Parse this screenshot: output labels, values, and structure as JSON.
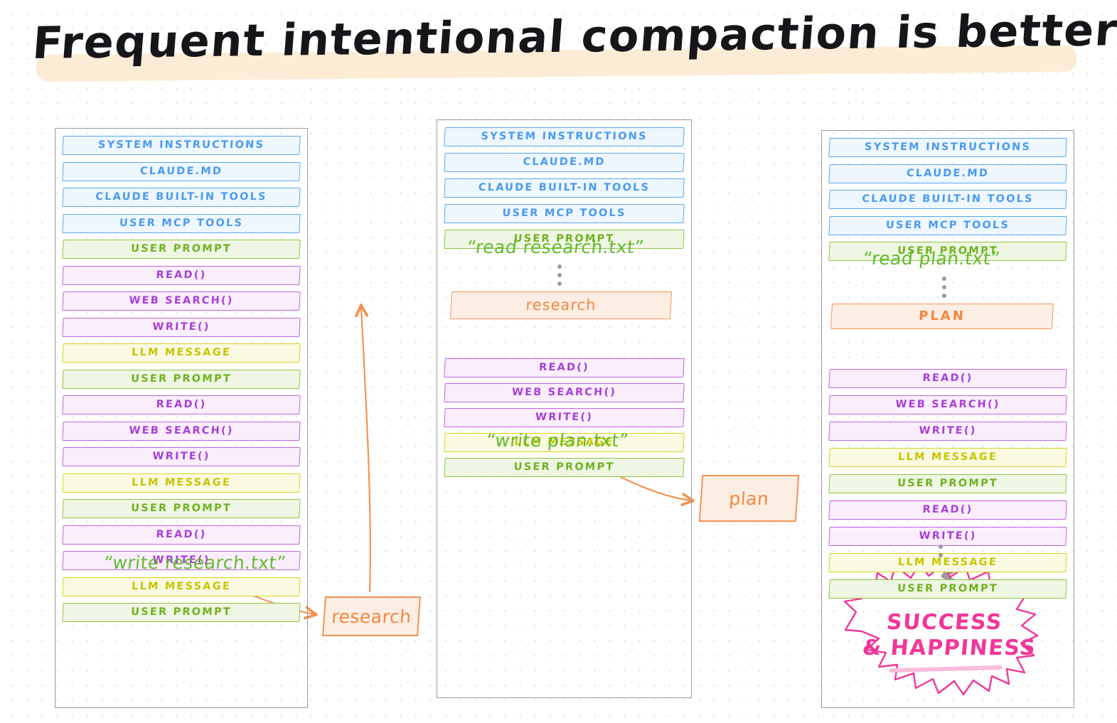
{
  "title": "Frequent intentional compaction is better",
  "colors": {
    "blue": "#57a8f2",
    "green": "#8cc63f",
    "purple": "#c163e0",
    "yellow": "#d7d320",
    "orange": "#f59354",
    "pink": "#f0379a",
    "highlight": "#fdecd5",
    "frame": "#9a9a9a"
  },
  "columns": [
    {
      "id": "column-1",
      "blocks": [
        {
          "label": "SYSTEM INSTRUCTIONS",
          "kind": "blue"
        },
        {
          "label": "CLAUDE.MD",
          "kind": "blue"
        },
        {
          "label": "CLAUDE BUILT-IN TOOLS",
          "kind": "blue"
        },
        {
          "label": "USER MCP TOOLS",
          "kind": "blue"
        },
        {
          "label": "USER PROMPT",
          "kind": "green"
        },
        {
          "label": "READ()",
          "kind": "purple"
        },
        {
          "label": "WEB SEARCH()",
          "kind": "purple"
        },
        {
          "label": "WRITE()",
          "kind": "purple"
        },
        {
          "label": "LLM MESSAGE",
          "kind": "yellow"
        },
        {
          "label": "USER PROMPT",
          "kind": "green"
        },
        {
          "label": "READ()",
          "kind": "purple"
        },
        {
          "label": "WEB SEARCH()",
          "kind": "purple"
        },
        {
          "label": "WRITE()",
          "kind": "purple"
        },
        {
          "label": "LLM MESSAGE",
          "kind": "yellow"
        },
        {
          "label": "USER PROMPT",
          "kind": "green"
        },
        {
          "label": "READ()",
          "kind": "purple"
        },
        {
          "label": "WRITE()",
          "kind": "purple"
        },
        {
          "label": "LLM MESSAGE",
          "kind": "yellow"
        },
        {
          "label": "USER PROMPT",
          "kind": "green"
        }
      ],
      "caption": "“write research.txt”"
    },
    {
      "id": "column-2",
      "blocks": [
        {
          "label": "SYSTEM INSTRUCTIONS",
          "kind": "blue"
        },
        {
          "label": "CLAUDE.MD",
          "kind": "blue"
        },
        {
          "label": "CLAUDE BUILT-IN TOOLS",
          "kind": "blue"
        },
        {
          "label": "USER MCP TOOLS",
          "kind": "blue"
        },
        {
          "label": "USER PROMPT",
          "kind": "green"
        }
      ],
      "caption": "“read research.txt”",
      "artifact": "research",
      "blocks_after": [
        {
          "label": "READ()",
          "kind": "purple"
        },
        {
          "label": "WEB SEARCH()",
          "kind": "purple"
        },
        {
          "label": "WRITE()",
          "kind": "purple"
        },
        {
          "label": "LLM MESSAGE",
          "kind": "yellow"
        },
        {
          "label": "USER PROMPT",
          "kind": "green"
        }
      ],
      "caption_2": "“write plan.txt”"
    },
    {
      "id": "column-3",
      "blocks": [
        {
          "label": "SYSTEM INSTRUCTIONS",
          "kind": "blue"
        },
        {
          "label": "CLAUDE.MD",
          "kind": "blue"
        },
        {
          "label": "CLAUDE BUILT-IN TOOLS",
          "kind": "blue"
        },
        {
          "label": "USER MCP TOOLS",
          "kind": "blue"
        },
        {
          "label": "USER PROMPT",
          "kind": "green"
        }
      ],
      "caption": "“read plan.txt”",
      "artifact": "PLAN",
      "blocks_after": [
        {
          "label": "READ()",
          "kind": "purple"
        },
        {
          "label": "WEB SEARCH()",
          "kind": "purple"
        },
        {
          "label": "WRITE()",
          "kind": "purple"
        },
        {
          "label": "LLM MESSAGE",
          "kind": "yellow"
        },
        {
          "label": "USER PROMPT",
          "kind": "green"
        },
        {
          "label": "READ()",
          "kind": "purple"
        },
        {
          "label": "WRITE()",
          "kind": "purple"
        },
        {
          "label": "LLM MESSAGE",
          "kind": "yellow"
        },
        {
          "label": "USER PROMPT",
          "kind": "green"
        }
      ]
    }
  ],
  "file_boxes": [
    {
      "name": "file-research",
      "label": "research"
    },
    {
      "name": "file-plan",
      "label": "plan"
    }
  ],
  "outcome": {
    "line_1": "SUCCESS",
    "line_2": "& HAPPINESS"
  }
}
